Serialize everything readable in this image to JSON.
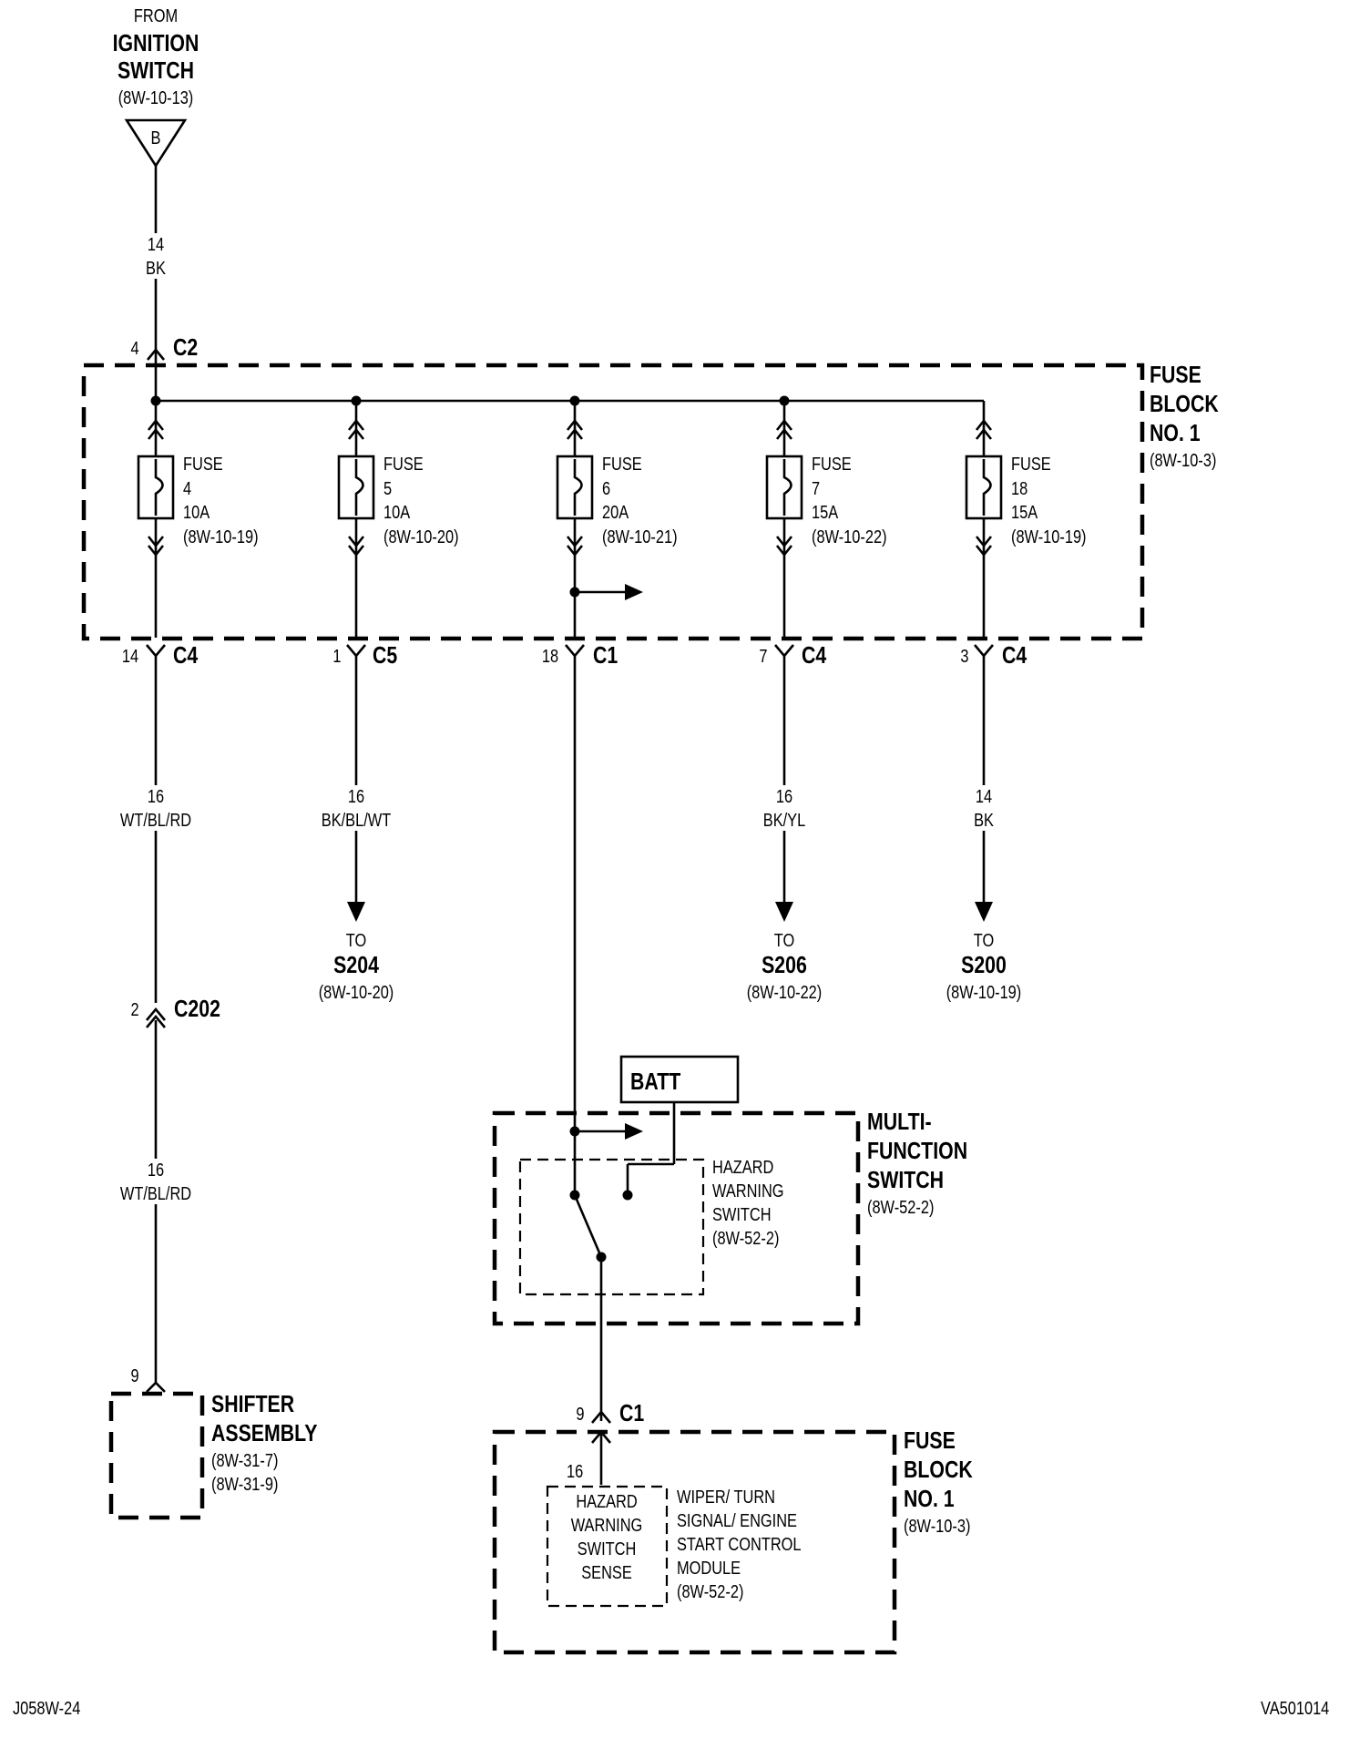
{
  "source": {
    "from": "FROM",
    "title_line1": "IGNITION",
    "title_line2": "SWITCH",
    "ref": "(8W-10-13)",
    "connector_letter": "B"
  },
  "input_wire": {
    "gauge": "14",
    "color": "BK",
    "pin": "4",
    "connector": "C2"
  },
  "fuse_block_top": {
    "line1": "FUSE",
    "line2": "BLOCK",
    "line3": "NO. 1",
    "ref": "(8W-10-3)"
  },
  "fuses": [
    {
      "label": "FUSE",
      "number": "4",
      "rating": "10A",
      "ref": "(8W-10-19)"
    },
    {
      "label": "FUSE",
      "number": "5",
      "rating": "10A",
      "ref": "(8W-10-20)"
    },
    {
      "label": "FUSE",
      "number": "6",
      "rating": "20A",
      "ref": "(8W-10-21)"
    },
    {
      "label": "FUSE",
      "number": "7",
      "rating": "15A",
      "ref": "(8W-10-22)"
    },
    {
      "label": "FUSE",
      "number": "18",
      "rating": "15A",
      "ref": "(8W-10-19)"
    }
  ],
  "outputs": [
    {
      "pin": "14",
      "connector": "C4",
      "gauge": "16",
      "color": "WT/BL/RD"
    },
    {
      "pin": "1",
      "connector": "C5",
      "gauge": "16",
      "color": "BK/BL/WT",
      "to": "TO",
      "dest": "S204",
      "dest_ref": "(8W-10-20)"
    },
    {
      "pin": "18",
      "connector": "C1"
    },
    {
      "pin": "7",
      "connector": "C4",
      "gauge": "16",
      "color": "BK/YL",
      "to": "TO",
      "dest": "S206",
      "dest_ref": "(8W-10-22)"
    },
    {
      "pin": "3",
      "connector": "C4",
      "gauge": "14",
      "color": "BK",
      "to": "TO",
      "dest": "S200",
      "dest_ref": "(8W-10-19)"
    }
  ],
  "c202": {
    "pin": "2",
    "connector": "C202",
    "gauge": "16",
    "color": "WT/BL/RD"
  },
  "shifter": {
    "pin": "9",
    "line1": "SHIFTER",
    "line2": "ASSEMBLY",
    "ref1": "(8W-31-7)",
    "ref2": "(8W-31-9)"
  },
  "batt_label": "BATT",
  "mfs": {
    "line1": "MULTI-",
    "line2": "FUNCTION",
    "line3": "SWITCH",
    "ref": "(8W-52-2)",
    "hazard_line1": "HAZARD",
    "hazard_line2": "WARNING",
    "hazard_line3": "SWITCH",
    "hazard_ref": "(8W-52-2)"
  },
  "c1_bottom": {
    "pin": "9",
    "connector": "C1"
  },
  "fuse_block_bottom": {
    "line1": "FUSE",
    "line2": "BLOCK",
    "line3": "NO. 1",
    "ref": "(8W-10-3)",
    "internal_pin": "16",
    "sense_line1": "HAZARD",
    "sense_line2": "WARNING",
    "sense_line3": "SWITCH",
    "sense_line4": "SENSE",
    "module_line1": "WIPER/ TURN",
    "module_line2": "SIGNAL/ ENGINE",
    "module_line3": "START CONTROL",
    "module_line4": "MODULE",
    "module_ref": "(8W-52-2)"
  },
  "footer": {
    "left": "J058W-24",
    "right": "VA501014"
  }
}
